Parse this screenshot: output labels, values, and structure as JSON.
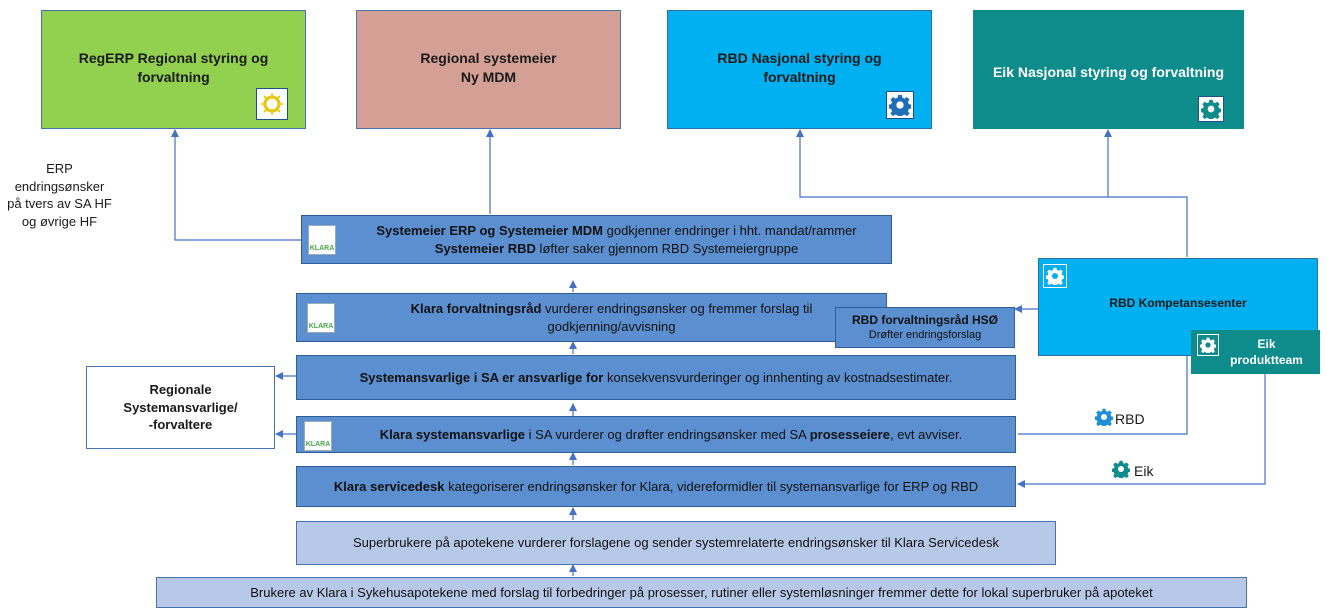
{
  "top_boxes": {
    "regerp": {
      "line1": "RegERP Regional styring og",
      "line2": "forvaltning",
      "color": "#92d050"
    },
    "systemeier": {
      "line1": "Regional systemeier",
      "line2": "Ny MDM",
      "color": "#d4a095"
    },
    "rbd": {
      "line1": "RBD Nasjonal styring og",
      "line2": "forvaltning",
      "color": "#00b0f0"
    },
    "eik": {
      "line1": "Eik Nasjonal  styring og forvaltning",
      "color": "#0e8c8c"
    }
  },
  "erp_note": {
    "line1": "ERP endringsønsker",
    "line2": "på tvers av SA HF",
    "line3": "og øvrige HF"
  },
  "logo_text": "KLARA",
  "flow": {
    "systemeier": {
      "bold1": "Systemeier ERP og Systemeier MDM",
      "rest1": " godkjenner endringer i hht. mandat/rammer",
      "bold2": "Systemeier RBD",
      "rest2": " løfter saker gjennom RBD Systemeiergruppe"
    },
    "forvaltningsrad": {
      "bold1": "Klara forvaltningsråd",
      "rest1": " vurderer endringsønsker og fremmer forslag til",
      "line2": "godkjenning/avvisning"
    },
    "rbd_hso": {
      "title": "RBD forvaltningsråd HSØ",
      "sub": "Drøfter endringsforslag"
    },
    "systemansvarlige": {
      "bold": "Systemansvarlige i SA er ansvarlige for",
      "rest": " konsekvensvurderinger  og innhenting av kostnadsestimater."
    },
    "klara_sys": {
      "bold1": "Klara systemansvarlige",
      "rest1": " i SA vurderer og drøfter endringsønsker med SA ",
      "bold2": "prosesseiere",
      "rest2": ", evt avviser."
    },
    "servicedesk": {
      "bold": "Klara servicedesk",
      "rest": " kategoriserer endringsønsker for Klara, videreformidler  til systemansvarlige for ERP og RBD"
    },
    "superbrukere": "Superbrukere på apotekene vurderer forslagene og sender systemrelaterte endringsønsker til Klara Servicedesk",
    "brukere": "Brukere av Klara i Sykehusapotekene med forslag til forbedringer på prosesser, rutiner eller systemløsninger fremmer dette for lokal superbruker på apoteket"
  },
  "regionale": {
    "line1": "Regionale",
    "line2": "Systemansvarlige/",
    "line3": "-forvaltere"
  },
  "kompetansesenter": {
    "title": "RBD Kompetansesenter"
  },
  "eik_team": {
    "line1": "Eik",
    "line2": "produktteam"
  },
  "edge_labels": {
    "rbd": "RBD",
    "eik": "Eik"
  },
  "colors": {
    "flow_blue": "#5b8fd0",
    "flow_light": "#b7c9e8",
    "connector": "#4472c4",
    "gear": "#1e6fb8"
  }
}
